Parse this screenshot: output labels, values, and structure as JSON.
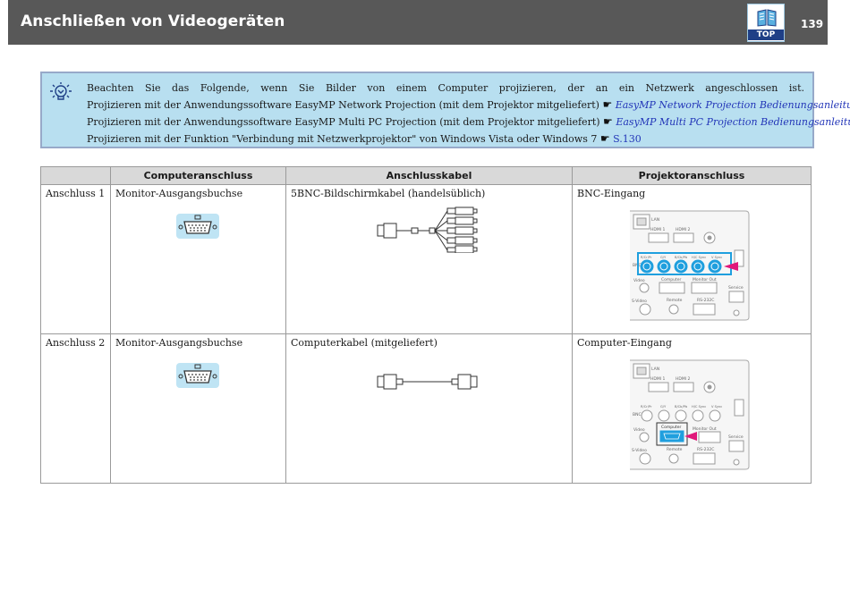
{
  "header": {
    "title": "Anschließen von Videogeräten",
    "page_number": "139",
    "top_label": "TOP"
  },
  "note": {
    "line1": "Beachten Sie das Folgende, wenn Sie Bilder von einem Computer projizieren, der an ein Netzwerk angeschlossen ist.",
    "line2_text": "Projizieren mit der Anwendungssoftware EasyMP Network Projection (mit dem Projektor mitgeliefert)",
    "line2_link": "EasyMP Network Projection Bedienungsanleitung",
    "line3_text": "Projizieren mit der Anwendungssoftware EasyMP Multi PC Projection (mit dem Projektor mitgeliefert)",
    "line3_link": "EasyMP Multi PC Projection Bedienungsanleitung",
    "line4_text": "Projizieren mit der Funktion \"Verbindung mit Netzwerkprojektor\" von Windows Vista oder Windows 7",
    "line4_link": "S.130",
    "pointer_glyph": "☛"
  },
  "table": {
    "headers": [
      "Computeranschluss",
      "Anschlusskabel",
      "Projektoranschluss"
    ],
    "rows": [
      {
        "name": "Anschluss 1",
        "computer": "Monitor-Ausgangsbuchse",
        "cable": "5BNC-Bildschirmkabel (handelsüblich)",
        "projector": "BNC-Eingang"
      },
      {
        "name": "Anschluss 2",
        "computer": "Monitor-Ausgangsbuchse",
        "cable": "Computerkabel (mitgeliefert)",
        "projector": "Computer-Eingang"
      }
    ]
  },
  "panel": {
    "lan": "LAN",
    "hdmi1": "HDMI 1",
    "hdmi2": "HDMI 2",
    "bnc": [
      "R/Cr/Pr",
      "G/Y",
      "B/Cb/Pb",
      "H/C Sync",
      "V Sync"
    ],
    "bnc_label": "BNC",
    "video": "Video",
    "svideo": "S-Video",
    "computer": "Computer",
    "monitor_out": "Monitor Out",
    "remote": "Remote",
    "rs232c": "RS-232C",
    "service": "Service"
  },
  "colors": {
    "header_bg": "#585858",
    "note_bg": "#b8dff0",
    "note_border": "#97a9c9",
    "link": "#2336b8",
    "highlight": "#1f9fde",
    "arrow": "#e0187a"
  },
  "icons": {
    "note": "note-lightbulb-icon",
    "top": "top-book-icon",
    "pointer": "pointing-hand-icon"
  }
}
